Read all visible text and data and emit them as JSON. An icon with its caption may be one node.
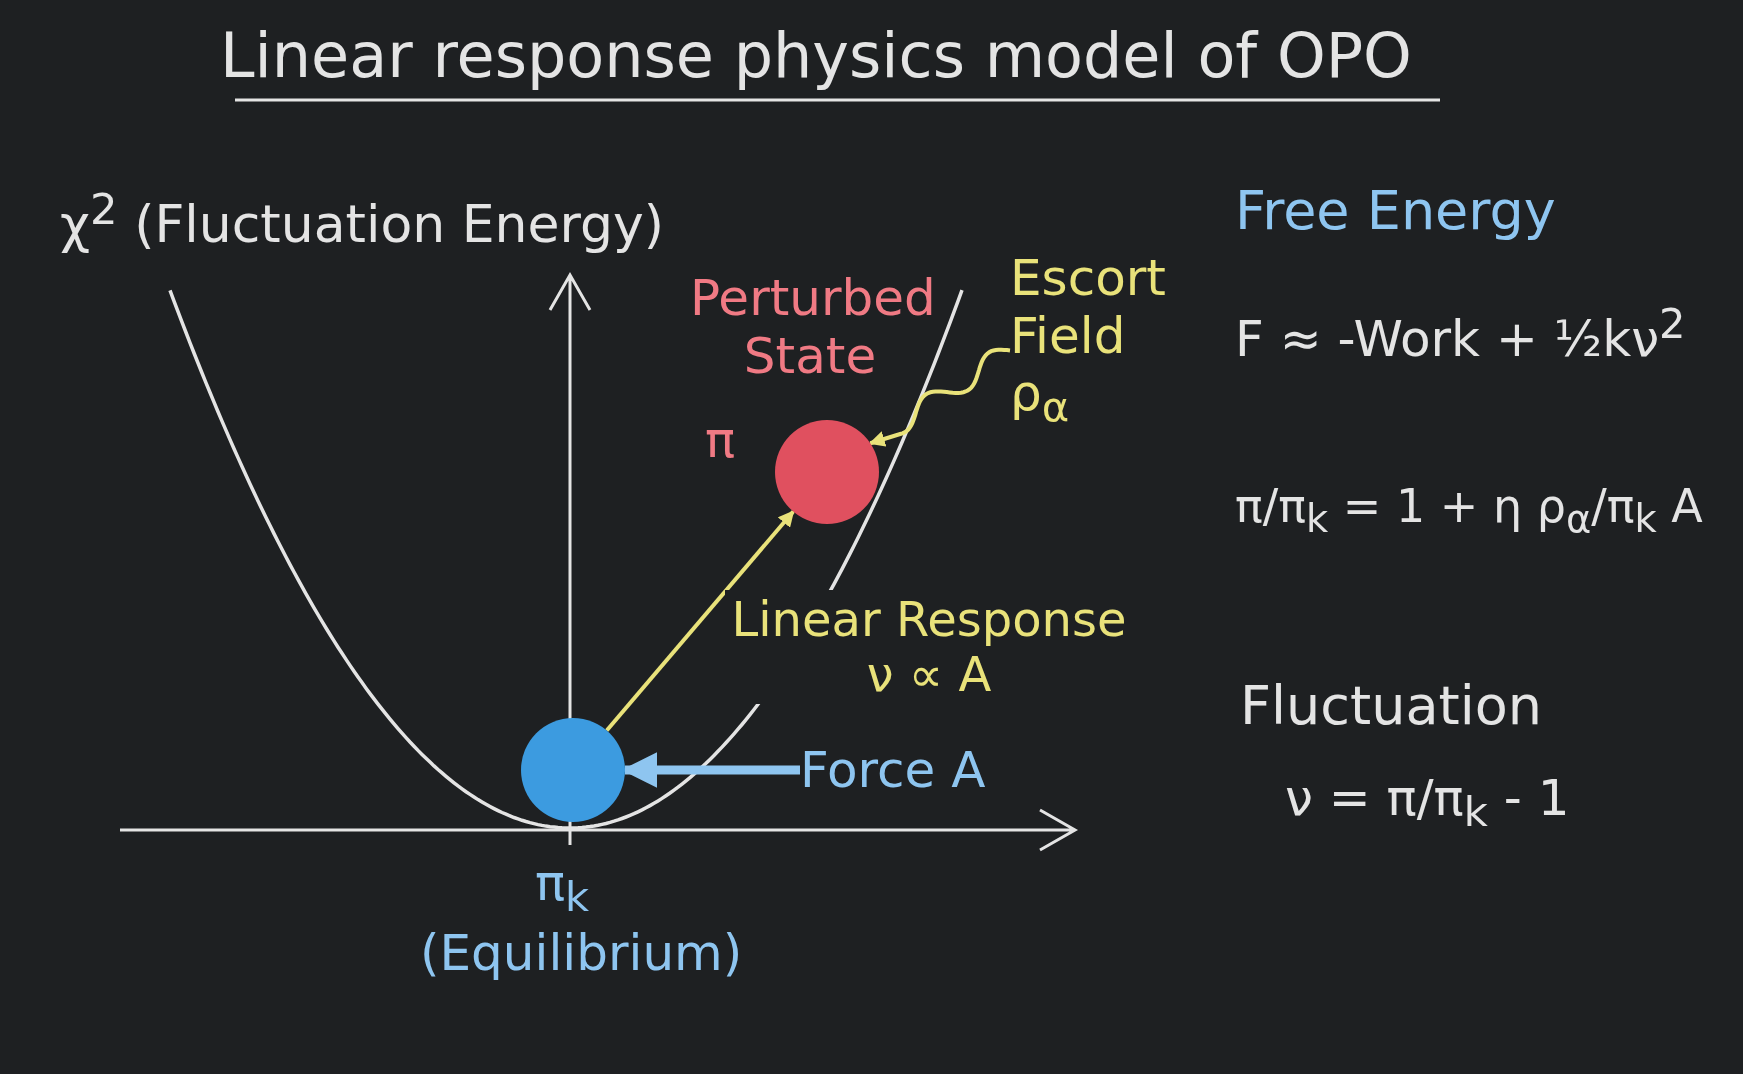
{
  "diagram": {
    "title": "Linear response physics model of OPO",
    "nodes": [
      {
        "text": [],
        "shape": "circle"
      },
      {
        "text": [],
        "shape": "circle",
        "beside": [
          "π"
        ]
      },
      {
        "text": [
          "Force A"
        ]
      },
      {
        "text": [
          "Escort Field ρ$_{α}$"
        ]
      }
    ],
    "edges": [
      {
        "from": 0,
        "to": 1,
        "arrow": "to",
        "label": "Linear Response ν ∝ A",
        "color": "#e9e27a"
      },
      {
        "from": 2,
        "to": 0,
        "arrow": "to",
        "color": "#8ec5f0",
        "style": "thick"
      },
      {
        "from": 3,
        "to": 1,
        "arrow": "to",
        "color": "#e9e27a"
      }
    ],
    "labels": [
      "χ$^{2}$ (Fluctuation Energy)",
      "Perturbed State",
      "π$_{k}$",
      "(Equilibrium)",
      "Free Energy",
      "F ≈ -Work + ½kν$^{2}$",
      "π/π$_{k}$ = 1 + η ρ$_{α}$/π$_{k}$ A",
      "Fluctuation",
      "ν = π/π$_{k}$ - 1"
    ]
  }
}
